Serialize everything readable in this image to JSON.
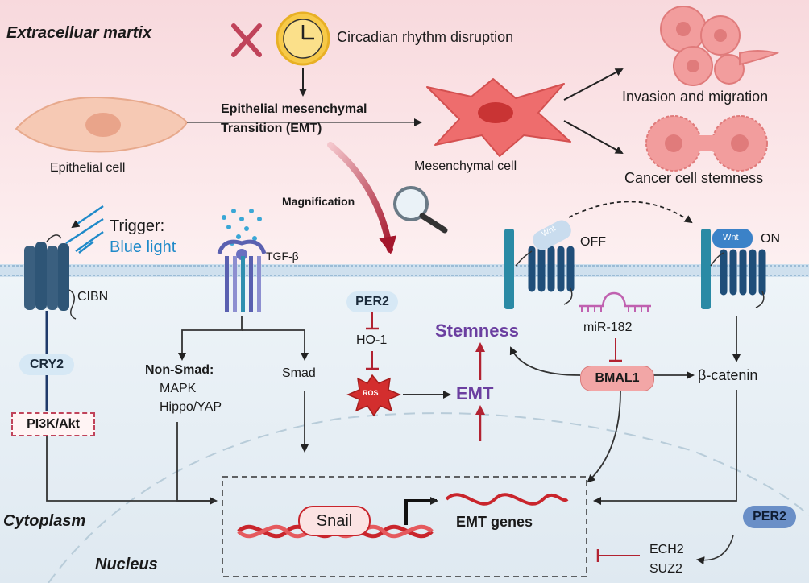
{
  "regions": {
    "extracellular": "Extracelluar martix",
    "cytoplasm": "Cytoplasm",
    "nucleus": "Nucleus"
  },
  "top": {
    "circadian": "Circadian rhythm disruption",
    "emt_line1": "Epithelial mesenchymal",
    "emt_line2": "Transition (EMT)",
    "epithelial_cell": "Epithelial cell",
    "mesenchymal_cell": "Mesenchymal cell",
    "invasion": "Invasion and migration",
    "stemness": "Cancer cell stemness",
    "magnification": "Magnification"
  },
  "left": {
    "trigger": "Trigger:",
    "blue_light": "Blue light",
    "cibn": "CIBN",
    "cry2": "CRY2",
    "pi3k": "PI3K/Akt"
  },
  "tgf": {
    "label": "TGF-β",
    "non_smad": "Non-Smad:",
    "mapk": "MAPK",
    "hippo": "Hippo/YAP",
    "smad": "Smad"
  },
  "center": {
    "per2": "PER2",
    "ho1": "HO-1",
    "ros": "ROS",
    "emt": "EMT",
    "stemness": "Stemness"
  },
  "wnt": {
    "wnt": "Wnt",
    "off": "OFF",
    "on": "ON",
    "mir": "miR-182",
    "bmal1": "BMAL1",
    "bcatenin": "β-catenin"
  },
  "nucleus_box": {
    "snail": "Snail",
    "emt_genes": "EMT genes"
  },
  "bottom_right": {
    "per2": "PER2",
    "ech2": "ECH2",
    "suz2": "SUZ2"
  },
  "colors": {
    "bg_top": "#fbe4e6",
    "bg_bottom": "#e8f1f6",
    "membrane_blue": "#1f4e79",
    "arrow_red": "#b22231",
    "purple": "#6b3fa0",
    "pill_blue": "#d6e8f5",
    "pill_red": "#f2a6a6",
    "light_blue_text": "#1f8ac9"
  }
}
